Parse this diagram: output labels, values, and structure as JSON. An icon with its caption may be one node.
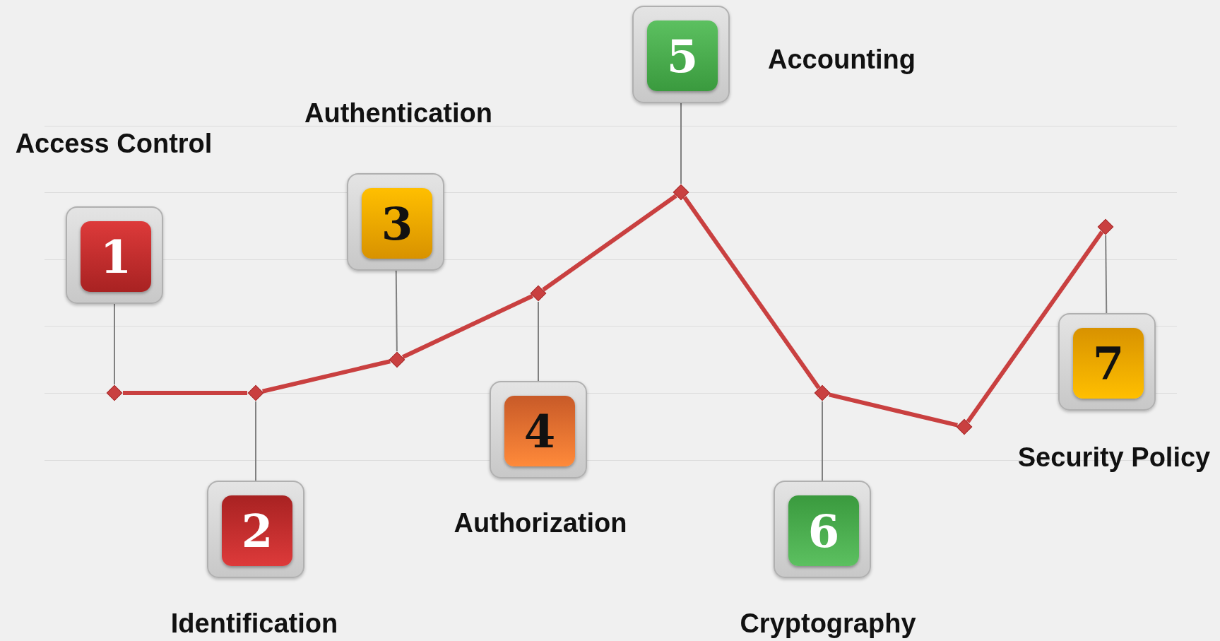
{
  "diagram": {
    "nodes": [
      {
        "text": [
          "1"
        ],
        "beside": [
          "Access Control"
        ]
      },
      {
        "text": [
          "2"
        ],
        "beside": [
          "Identification"
        ]
      },
      {
        "text": [
          "3"
        ],
        "beside": [
          "Authentication"
        ]
      },
      {
        "text": [
          "4"
        ],
        "beside": [
          "Authorization"
        ]
      },
      {
        "text": [
          "5"
        ],
        "beside": [
          "Accounting"
        ]
      },
      {
        "text": [
          "6"
        ],
        "beside": [
          "Cryptography"
        ]
      },
      {
        "text": [
          "7"
        ],
        "beside": [
          "Security Policy"
        ]
      },
      {
        "text": [],
        "shape": "diamond"
      },
      {
        "text": [],
        "shape": "diamond"
      },
      {
        "text": [],
        "shape": "diamond"
      },
      {
        "text": [],
        "shape": "diamond"
      },
      {
        "text": [],
        "shape": "diamond"
      },
      {
        "text": [],
        "shape": "diamond"
      },
      {
        "text": [],
        "shape": "diamond"
      },
      {
        "text": [],
        "shape": "diamond"
      }
    ],
    "edges": [
      {
        "from": 7,
        "to": 8,
        "arrow": "none",
        "style": "thick",
        "color": "#c94040"
      },
      {
        "from": 8,
        "to": 9,
        "arrow": "none",
        "style": "thick",
        "color": "#c94040"
      },
      {
        "from": 9,
        "to": 10,
        "arrow": "none",
        "style": "thick",
        "color": "#c94040"
      },
      {
        "from": 10,
        "to": 11,
        "arrow": "none",
        "style": "thick",
        "color": "#c94040"
      },
      {
        "from": 11,
        "to": 12,
        "arrow": "none",
        "style": "thick",
        "color": "#c94040"
      },
      {
        "from": 12,
        "to": 13,
        "arrow": "none",
        "style": "thick",
        "color": "#c94040"
      },
      {
        "from": 13,
        "to": 14,
        "arrow": "none",
        "style": "thick",
        "color": "#c94040"
      },
      {
        "from": 0,
        "to": 7,
        "arrow": "none",
        "color": "#808080"
      },
      {
        "from": 1,
        "to": 8,
        "arrow": "none",
        "color": "#808080"
      },
      {
        "from": 2,
        "to": 9,
        "arrow": "none",
        "color": "#808080"
      },
      {
        "from": 3,
        "to": 10,
        "arrow": "none",
        "color": "#808080"
      },
      {
        "from": 4,
        "to": 11,
        "arrow": "none",
        "color": "#808080"
      },
      {
        "from": 5,
        "to": 12,
        "arrow": "none",
        "color": "#808080"
      },
      {
        "from": 6,
        "to": 14,
        "arrow": "none",
        "color": "#808080"
      }
    ]
  }
}
